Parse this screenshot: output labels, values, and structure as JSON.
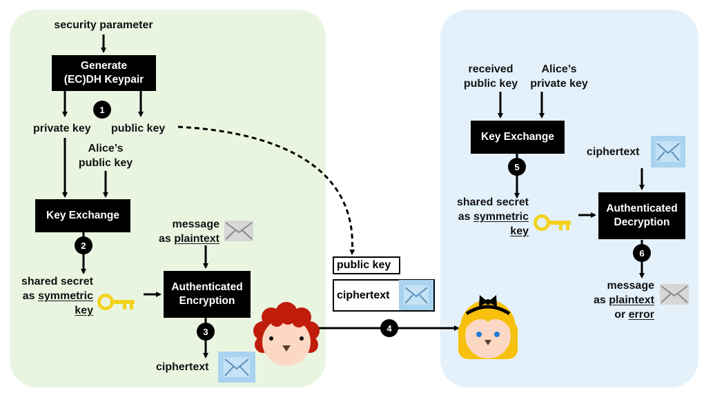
{
  "sender": {
    "security_parameter": "security parameter",
    "generate_box": {
      "line1": "Generate",
      "line2": "(EC)DH Keypair"
    },
    "private_key": "private key",
    "public_key": "public key",
    "alice_public_key": {
      "line1": "Alice’s",
      "line2": "public key"
    },
    "key_exchange": "Key Exchange",
    "shared_secret": {
      "line1": "shared secret",
      "line2_prefix": "as ",
      "line2_underlined": "symmetric",
      "line3_underlined": "key"
    },
    "message": {
      "line1": "message",
      "line2_prefix": "as ",
      "line2_underlined": "plaintext"
    },
    "auth_encryption": {
      "line1": "Authenticated",
      "line2": "Encryption"
    },
    "ciphertext": "ciphertext"
  },
  "transmission": {
    "public_key": "public key",
    "ciphertext": "ciphertext"
  },
  "receiver": {
    "received_public_key": {
      "line1": "received",
      "line2": "public key"
    },
    "alice_private_key": {
      "line1": "Alice’s",
      "line2": "private key"
    },
    "key_exchange": "Key Exchange",
    "ciphertext": "ciphertext",
    "shared_secret": {
      "line1": "shared secret",
      "line2_prefix": "as ",
      "line2_underlined": "symmetric",
      "line3_underlined": "key"
    },
    "auth_decryption": {
      "line1": "Authenticated",
      "line2": "Decryption"
    },
    "message": {
      "line1": "message",
      "line2_prefix": "as ",
      "line2_underlined": "plaintext",
      "line3_prefix": "or ",
      "line3_underlined": "error"
    }
  },
  "steps": [
    "1",
    "2",
    "3",
    "4",
    "5",
    "6"
  ],
  "colors": {
    "sender_panel": "#e9f5e1",
    "receiver_panel": "#e4f1fb",
    "key": "#f3d21f",
    "envelope_plain": "#d7d7d7",
    "envelope_cipher": "#a9d3f0",
    "bob_hair": "#c01c0c",
    "alice_hair": "#f7c10b",
    "skin": "#fcd8c4"
  },
  "icons": [
    "envelope-icon",
    "key-icon",
    "bob-avatar",
    "alice-avatar"
  ]
}
